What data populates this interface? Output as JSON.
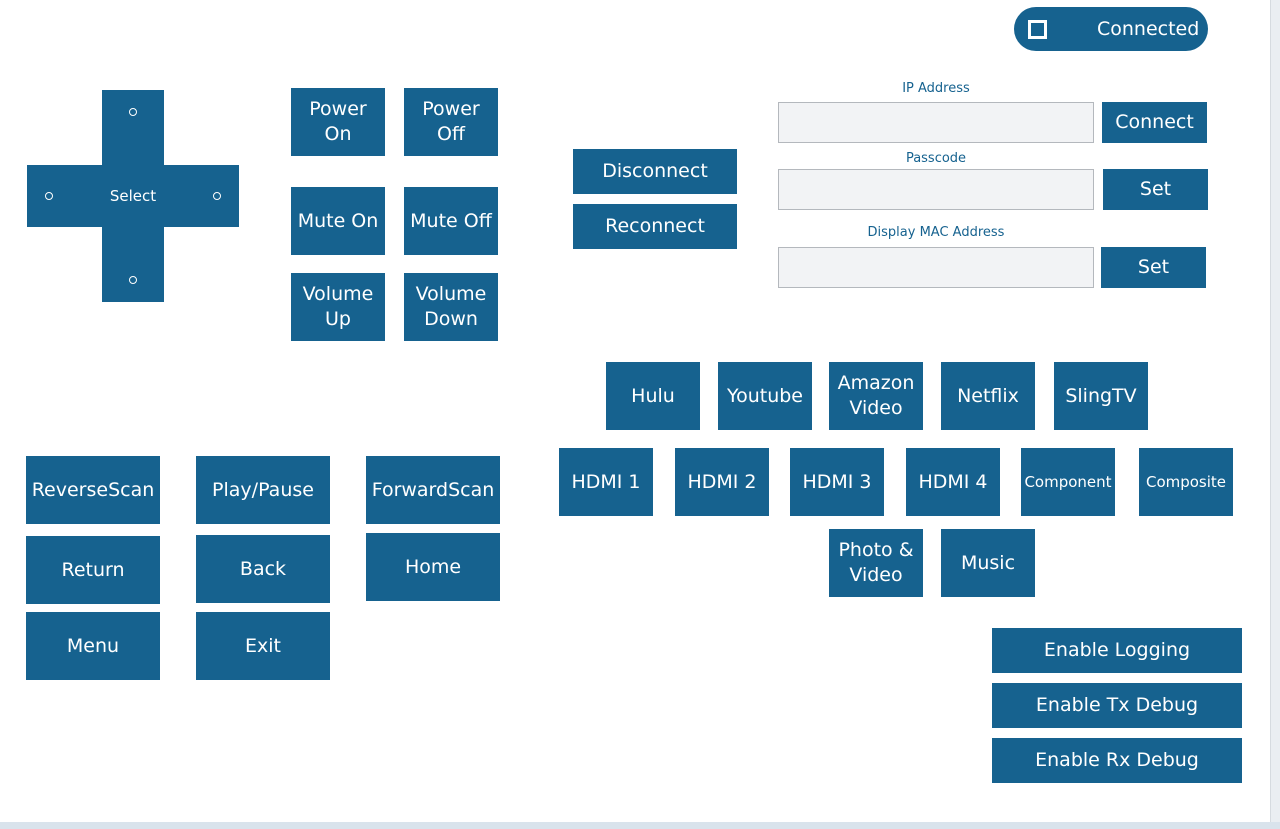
{
  "status": {
    "label": "Connected"
  },
  "dpad": {
    "select_label": "Select"
  },
  "power": {
    "on": "Power On",
    "off": "Power Off"
  },
  "mute": {
    "on": "Mute On",
    "off": "Mute Off"
  },
  "volume": {
    "up": "Volume\nUp",
    "down": "Volume\nDown"
  },
  "connection": {
    "disconnect": "Disconnect",
    "reconnect": "Reconnect"
  },
  "settings": {
    "ip_label": "IP Address",
    "ip_value": "",
    "ip_button": "Connect",
    "passcode_label": "Passcode",
    "passcode_value": "",
    "passcode_button": "Set",
    "mac_label": "Display MAC Address",
    "mac_value": "",
    "mac_button": "Set"
  },
  "apps": [
    "Hulu",
    "Youtube",
    "Amazon\nVideo",
    "Netflix",
    "SlingTV"
  ],
  "inputs": [
    "HDMI 1",
    "HDMI 2",
    "HDMI 3",
    "HDMI 4",
    "Component",
    "Composite"
  ],
  "media": [
    "Photo &\nVideo",
    "Music"
  ],
  "transport": {
    "reverse": "ReverseScan",
    "play": "Play/Pause",
    "forward": "ForwardScan",
    "return": "Return",
    "back": "Back",
    "home": "Home",
    "menu": "Menu",
    "exit": "Exit"
  },
  "debug": {
    "logging": "Enable Logging",
    "tx": "Enable Tx Debug",
    "rx": "Enable Rx Debug"
  }
}
